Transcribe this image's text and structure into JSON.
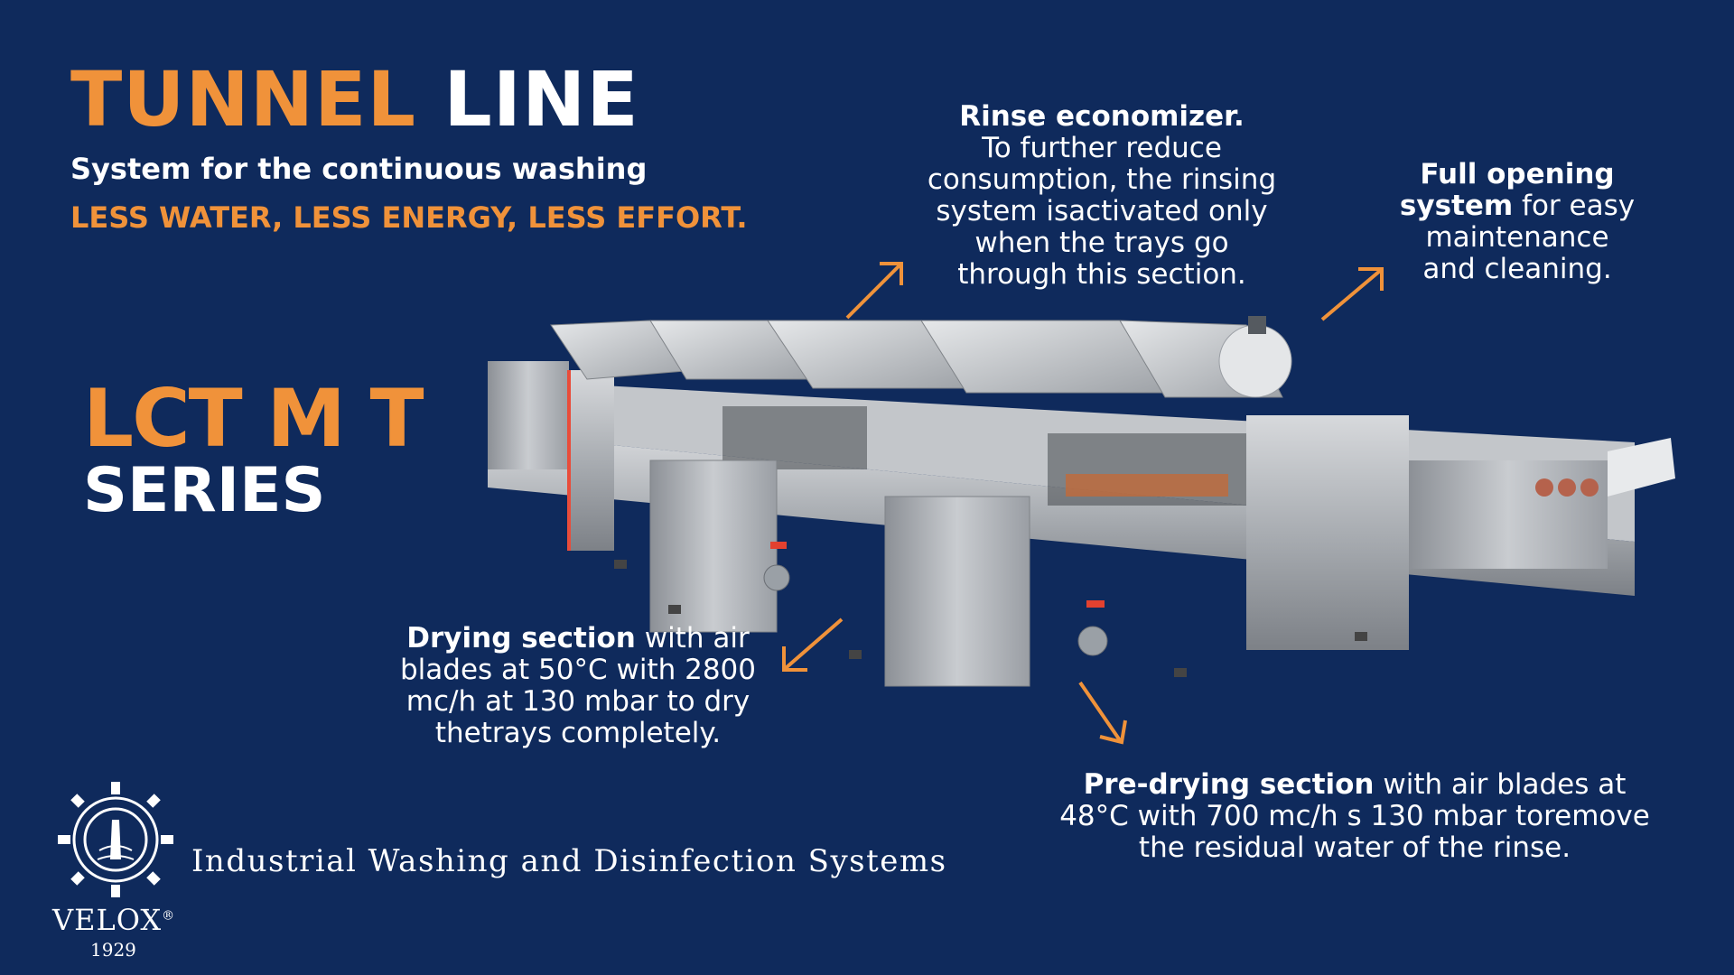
{
  "header": {
    "title_accent": "TUNNEL",
    "title_rest": "LINE",
    "subtitle": "System for the continuous washing",
    "tagline": "LESS WATER, LESS ENERGY, LESS EFFORT."
  },
  "series": {
    "model": "LCT M T",
    "label": "SERIES"
  },
  "callouts": {
    "rinse": {
      "heading": "Rinse economizer.",
      "lines": [
        "To further reduce",
        "consumption, the rinsing",
        "system isactivated only",
        "when the trays go",
        "through this section."
      ]
    },
    "opening": {
      "heading_1": "Full opening",
      "heading_2": "system",
      "rest_1": " for easy",
      "lines": [
        "maintenance",
        "and cleaning."
      ]
    },
    "drying": {
      "heading": "Drying section",
      "rest_1": " with air",
      "lines": [
        "blades at 50°C with 2800",
        "mc/h at 130 mbar to dry",
        "thetrays completely."
      ]
    },
    "predrying": {
      "heading": "Pre-drying section",
      "rest_1": " with air blades at",
      "lines": [
        "48°C with 700 mc/h s 130 mbar toremove",
        "the residual water of the rinse."
      ]
    }
  },
  "footer": {
    "company": "Industrial Washing and Disinfection Systems",
    "brand": "VELOX",
    "registered": "®",
    "year": "1929"
  },
  "colors": {
    "background": "#0f2a5c",
    "accent": "#f0923a",
    "text": "#ffffff",
    "steel": "#b9bcc0"
  },
  "icons": {
    "logo": "gear-lighthouse-logo",
    "arrows": "callout-arrow-icon"
  }
}
